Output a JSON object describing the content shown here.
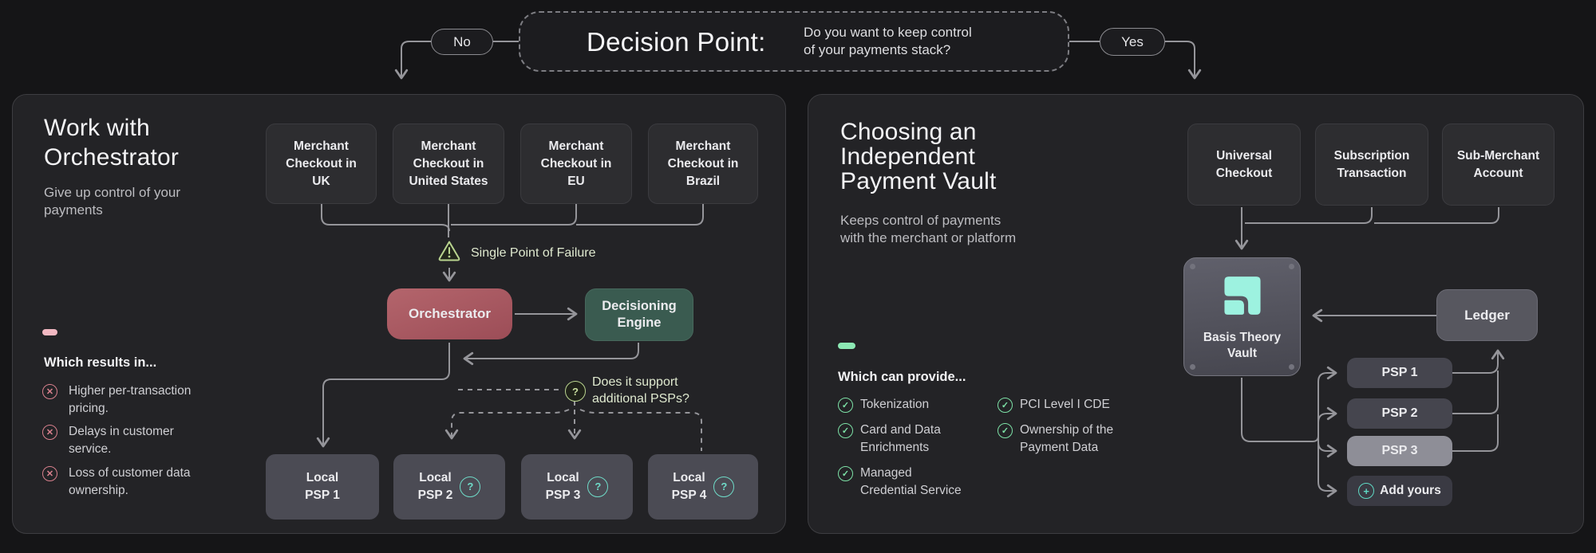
{
  "decision": {
    "title": "Decision Point:",
    "question": "Do you want to keep control\nof your payments stack?",
    "no_label": "No",
    "yes_label": "Yes"
  },
  "icons": {
    "question_glyph": "?",
    "x_glyph": "✕",
    "check_glyph": "✓",
    "plus_glyph": "+",
    "warning_glyph": "!"
  },
  "colors": {
    "background": "#151517",
    "panel": "#232326",
    "mint_logo": "#9df2e0",
    "teal_accent": "#6fdbc8",
    "flow_green": "#b9d48f",
    "pink_accent": "#f2b8c2",
    "negative_icon": "#d9808d",
    "positive_icon": "#7de2a7",
    "orchestrator_red": "#ae5a63",
    "engine_green": "#3a5b50",
    "connector_gray": "#95959a"
  },
  "left_panel": {
    "title": "Work with\nOrchestrator",
    "subtitle": "Give up control of your\npayments",
    "merchant_boxes": [
      {
        "label": "Merchant\nCheckout in\nUK"
      },
      {
        "label": "Merchant\nCheckout in\nUnited States"
      },
      {
        "label": "Merchant\nCheckout in\nEU"
      },
      {
        "label": "Merchant\nCheckout in\nBrazil"
      }
    ],
    "warning_label": "Single Point of Failure",
    "orchestrator_label": "Orchestrator",
    "engine_label": "Decisioning\nEngine",
    "psp_question": "Does it support\nadditional PSPs?",
    "psp_boxes": [
      {
        "label": "Local\nPSP 1"
      },
      {
        "label": "Local\nPSP 2"
      },
      {
        "label": "Local\nPSP 3"
      },
      {
        "label": "Local\nPSP 4"
      }
    ],
    "results_heading": "Which results in...",
    "results": [
      {
        "text": "Higher per-transaction\npricing."
      },
      {
        "text": "Delays in customer\nservice."
      },
      {
        "text": "Loss of customer data\nownership."
      }
    ]
  },
  "right_panel": {
    "title": "Choosing an\nIndependent\nPayment Vault",
    "subtitle": "Keeps control of payments\nwith the merchant or platform",
    "top_boxes": [
      {
        "label": "Universal\nCheckout"
      },
      {
        "label": "Subscription\nTransaction"
      },
      {
        "label": "Sub-Merchant\nAccount"
      }
    ],
    "vault_label": "Basis Theory\nVault",
    "ledger_label": "Ledger",
    "psp_boxes": [
      {
        "label": "PSP 1"
      },
      {
        "label": "PSP 2"
      },
      {
        "label": "PSP 3"
      }
    ],
    "add_yours_label": "Add yours",
    "provide_heading": "Which can provide...",
    "provides_col1": [
      {
        "text": "Tokenization"
      },
      {
        "text": "Card and Data\nEnrichments"
      },
      {
        "text": "Managed\nCredential Service"
      }
    ],
    "provides_col2": [
      {
        "text": "PCI Level I CDE"
      },
      {
        "text": "Ownership of the\nPayment Data"
      }
    ]
  }
}
